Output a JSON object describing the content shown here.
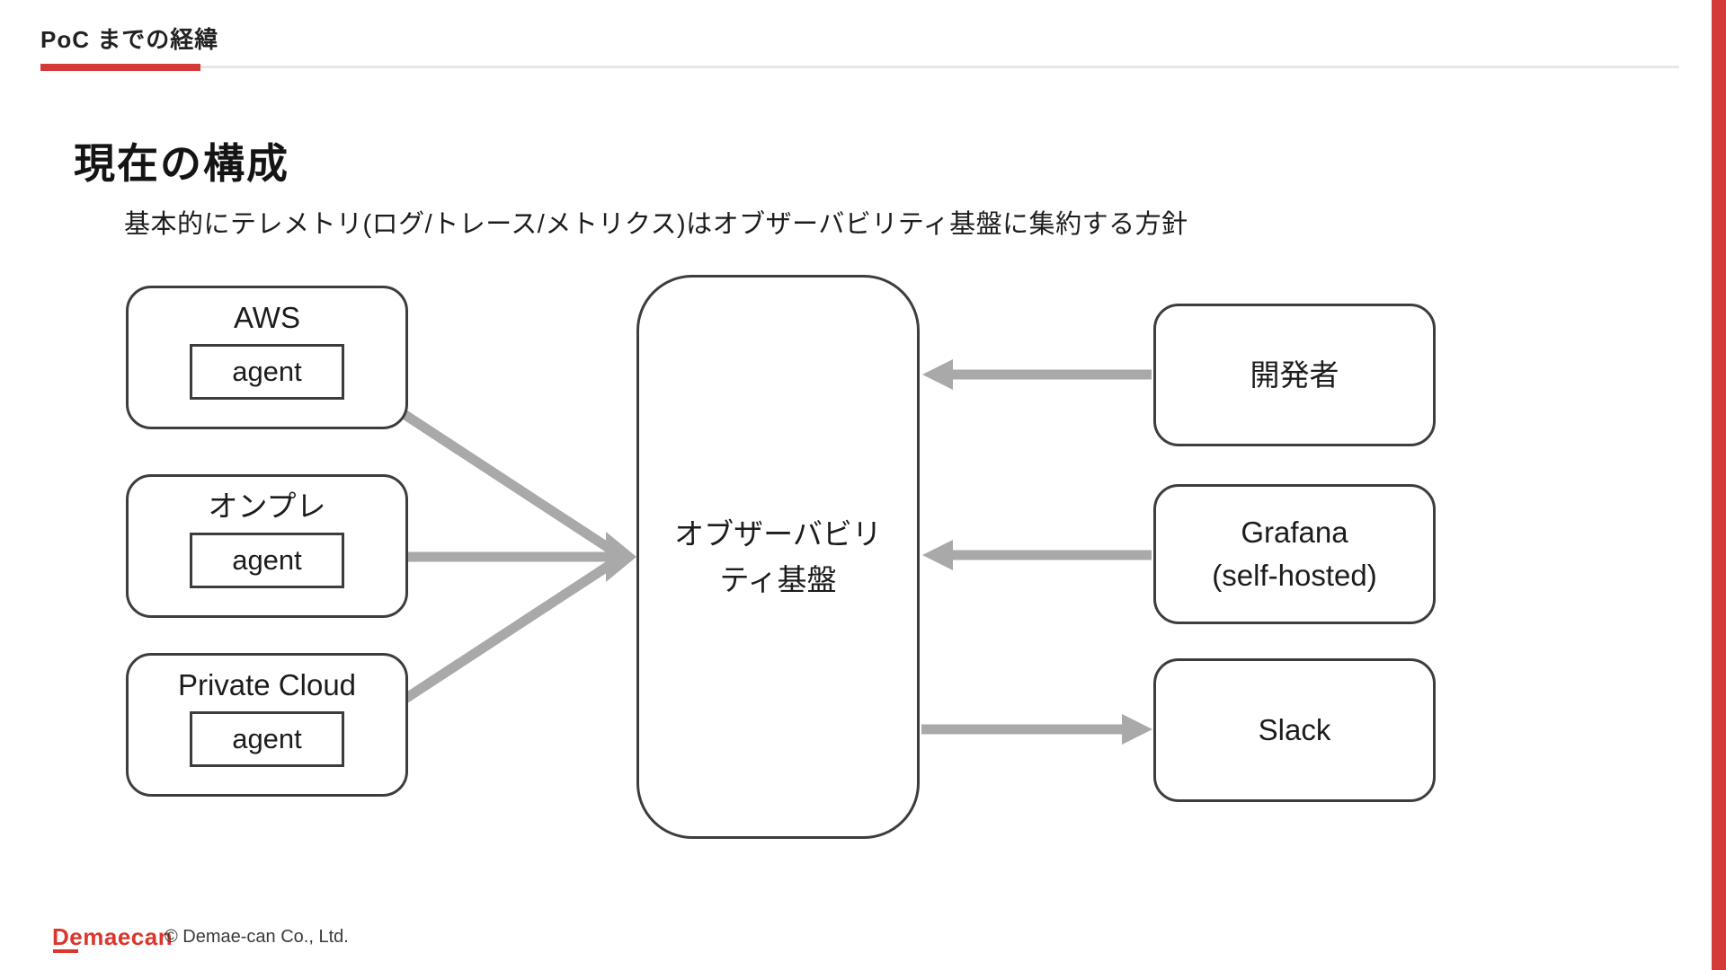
{
  "header": {
    "label": "PoC までの経緯"
  },
  "title": "現在の構成",
  "subtitle": "基本的にテレメトリ(ログ/トレース/メトリクス)はオブザーバビリティ基盤に集約する方針",
  "diagram": {
    "sources": [
      {
        "id": "aws",
        "label": "AWS",
        "agent_label": "agent"
      },
      {
        "id": "onpre",
        "label": "オンプレ",
        "agent_label": "agent"
      },
      {
        "id": "private-cloud",
        "label": "Private Cloud",
        "agent_label": "agent"
      }
    ],
    "platform": {
      "label": "オブザーバビリティ基盤",
      "label_lines": [
        "オブザーバビリ",
        "ティ基盤"
      ]
    },
    "consumers": [
      {
        "id": "developer",
        "label": "開発者"
      },
      {
        "id": "grafana",
        "label": "Grafana (self-hosted)",
        "label_lines": [
          "Grafana",
          "(self-hosted)"
        ]
      },
      {
        "id": "slack",
        "label": "Slack"
      }
    ],
    "edges": [
      {
        "from": "aws-agent",
        "to": "platform"
      },
      {
        "from": "onpre-agent",
        "to": "platform"
      },
      {
        "from": "private-cloud-agent",
        "to": "platform"
      },
      {
        "from": "developer",
        "to": "platform"
      },
      {
        "from": "grafana",
        "to": "platform"
      },
      {
        "from": "platform",
        "to": "slack"
      }
    ]
  },
  "footer": {
    "logo_text": "Demaecan",
    "copyright": "© Demae-can Co., Ltd."
  },
  "colors": {
    "accent_red": "#d23b38",
    "logo_red": "#da362d",
    "arrow_gray": "#a9a9a9",
    "border_dark": "#3d3d3d",
    "rule_light": "#e7e7e7"
  }
}
